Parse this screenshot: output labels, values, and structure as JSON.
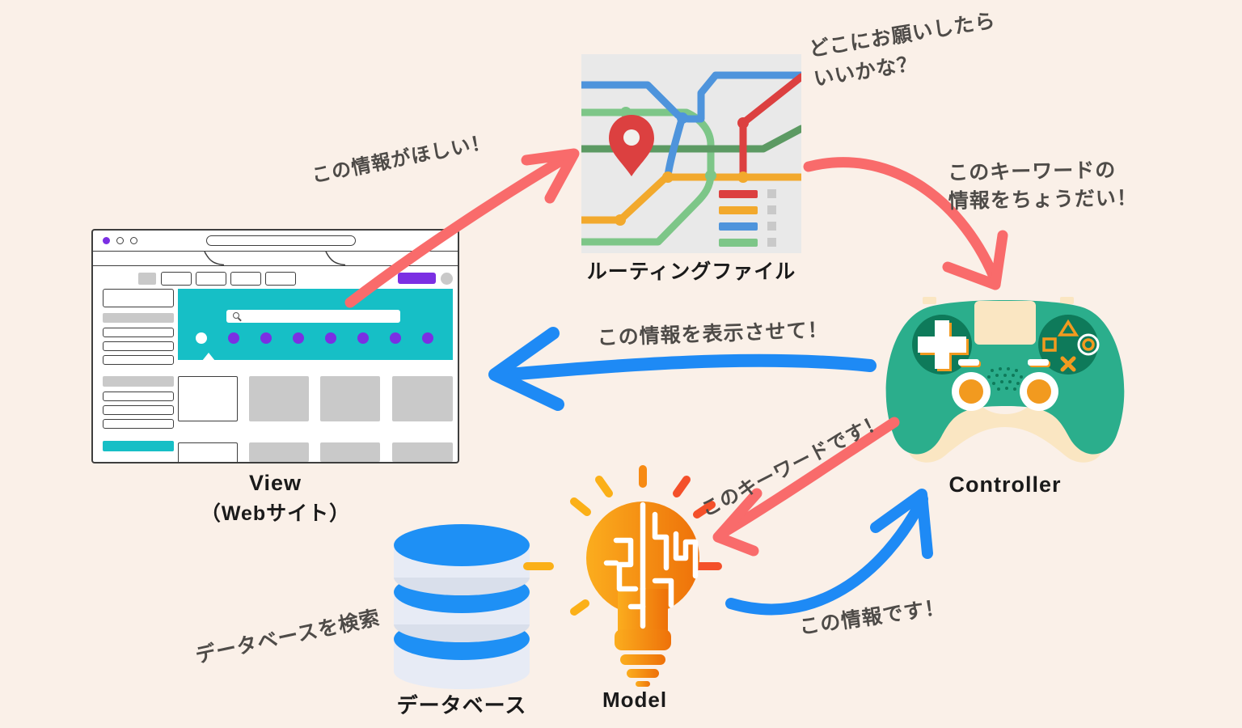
{
  "colors": {
    "bg": "#FAF0E8",
    "arrow_red": "#F96B6B",
    "arrow_blue": "#1E8AF5",
    "speech": "#4E4B48",
    "label": "#1A1A1A",
    "teal": "#16BFC6",
    "purple": "#7B2FE3",
    "wire_gray": "#C9C9C9",
    "wire_border": "#3E3E3E",
    "map_bg": "#E9E9E9",
    "map_red": "#DC4040",
    "map_yellow": "#F2A92D",
    "map_blue": "#4E94DC",
    "map_green_l": "#7DC688",
    "map_green_d": "#5C9A63",
    "pad_body": "#2BAE8C",
    "pad_dark": "#0E7A5A",
    "pad_cream": "#FAE6C2",
    "pad_orange": "#F29A1F",
    "db_blue": "#1E90F5",
    "db_body": "#E7EBF5",
    "db_shadow": "#D9DFEB",
    "bulb_a": "#FBAD1E",
    "bulb_b": "#EE7109",
    "ray_yellow": "#FBB018",
    "ray_orange": "#F78A12",
    "ray_red": "#F4502A"
  },
  "nodes": {
    "routing_file": {
      "label": "ルーティングファイル"
    },
    "view": {
      "label": "View",
      "sublabel": "（Webサイト）"
    },
    "controller": {
      "label": "Controller"
    },
    "model": {
      "label": "Model"
    },
    "database": {
      "label": "データベース"
    }
  },
  "messages": {
    "want_info": "この情報がほしい！",
    "where_to_ask": {
      "line1": "どこにお願いしたら",
      "line2": "いいかな？"
    },
    "give_keyword": {
      "line1": "このキーワードの",
      "line2": "情報をちょうだい！"
    },
    "display_info": "この情報を表示させて！",
    "this_keyword": "このキーワードです！",
    "this_info": "この情報です！",
    "search_db": "データベースを検索"
  }
}
